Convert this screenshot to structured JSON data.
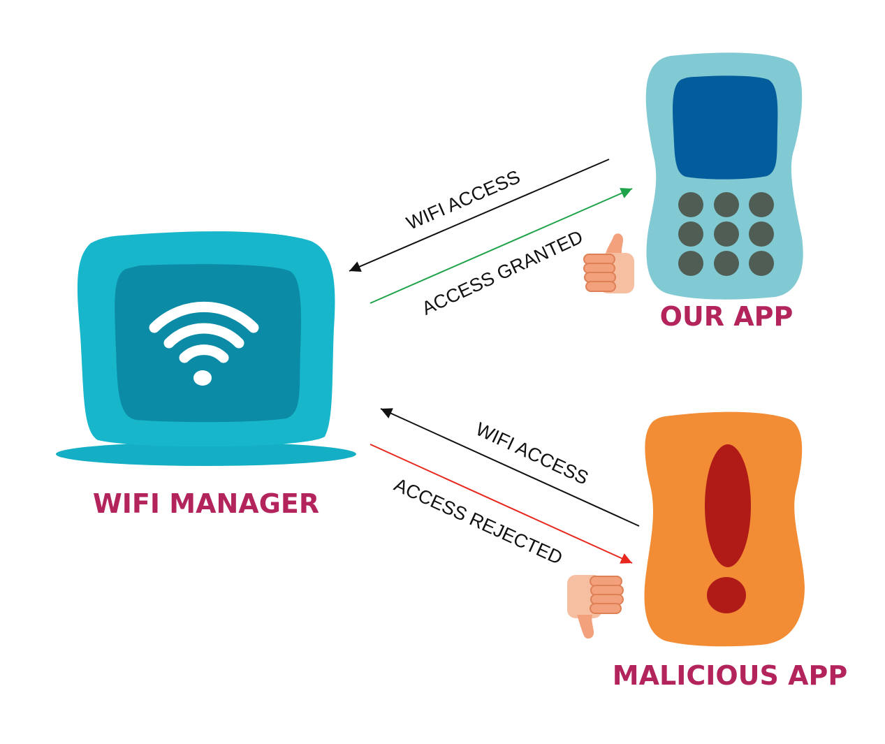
{
  "nodes": {
    "wifi_manager": {
      "label": "WIFI MANAGER",
      "icon": "laptop-wifi-icon"
    },
    "our_app": {
      "label": "OUR APP",
      "icon": "phone-icon"
    },
    "malicious_app": {
      "label": "MALICIOUS APP",
      "icon": "exclamation-icon"
    }
  },
  "edges": {
    "our_app_request": {
      "label": "WIFI ACCESS"
    },
    "our_app_response": {
      "label": "ACCESS GRANTED",
      "icon": "thumbs-up-icon"
    },
    "malicious_request": {
      "label": "WIFI ACCESS"
    },
    "malicious_response": {
      "label": "ACCESS REJECTED",
      "icon": "thumbs-down-icon"
    }
  },
  "colors": {
    "label": "#b3245c",
    "edge_text": "#111111",
    "request_arrow": "#111111",
    "granted_arrow": "#1fa34a",
    "rejected_arrow": "#e8281e",
    "laptop_body": "#17b6cb",
    "laptop_screen": "#0b8ba6",
    "laptop_base": "#14afc5",
    "wifi_symbol": "#ffffff",
    "phone_body": "#82cad3",
    "phone_screen": "#035d9d",
    "phone_keys": "#4f5d54",
    "malicious_body": "#f28c35",
    "exclamation": "#b01b18",
    "hand": "#f3a07c",
    "hand_shade": "#de8056",
    "hand_light": "#f7bfa2"
  }
}
